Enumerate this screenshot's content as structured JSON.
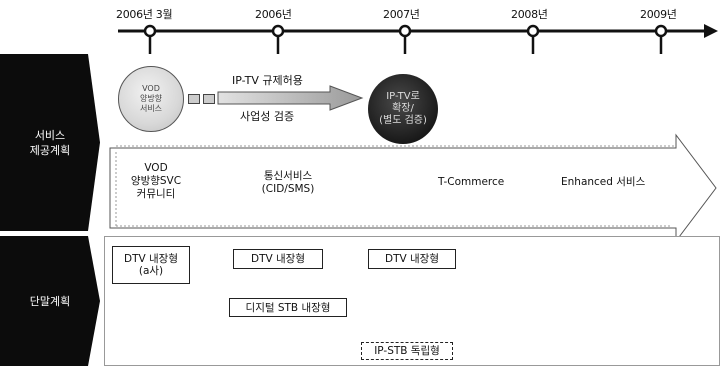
{
  "timeline": {
    "labels": [
      "2006년 3월",
      "2006년",
      "2007년",
      "2008년",
      "2009년"
    ]
  },
  "rows": {
    "service": {
      "label_line1": "서비스",
      "label_line2": "제공계획"
    },
    "device": {
      "label": "단말계획"
    }
  },
  "service_plan": {
    "circle_left": [
      "VOD",
      "양방향",
      "서비스"
    ],
    "arrow_top": "IP-TV 규제허용",
    "arrow_bottom": "사업성 검증",
    "circle_right": [
      "IP-TV로",
      "확장/",
      "(별도 검증)"
    ],
    "stages": {
      "s1": [
        "VOD",
        "양방향SVC",
        "커뮤니티"
      ],
      "s2": [
        "통신서비스",
        "(CID/SMS)"
      ],
      "s3": "T-Commerce",
      "s4": "Enhanced 서비스"
    }
  },
  "device_plan": {
    "box1": [
      "DTV 내장형",
      "(a사)"
    ],
    "box2": "DTV 내장형",
    "box3": "DTV 내장형",
    "box4": "디지털 STB 내장형",
    "box5": "IP-STB 독립형"
  }
}
